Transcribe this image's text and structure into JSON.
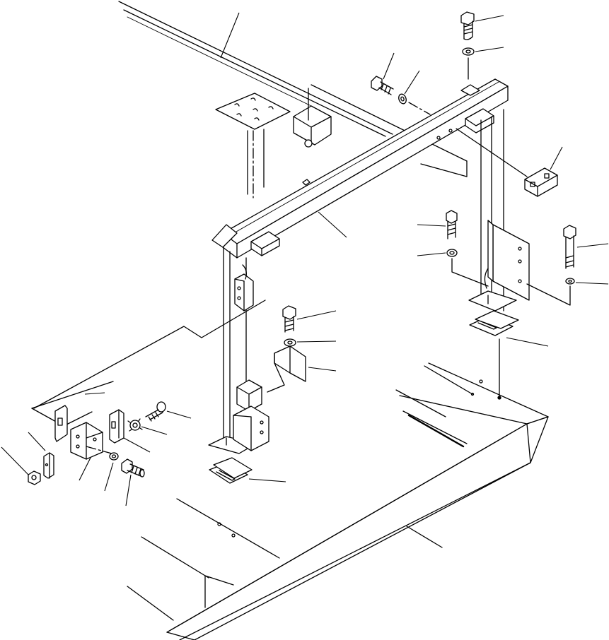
{
  "diagram": {
    "kind": "exploded parts drawing (no printed text)",
    "parts": [
      "frame-crossbar",
      "left-post",
      "right-post",
      "top-bolt",
      "top-washer",
      "front-bolt",
      "front-washer",
      "clamp-block",
      "right-bolt-1",
      "right-washer-1",
      "right-bolt-2",
      "right-washer-2",
      "right-shim",
      "center-bolt",
      "center-washer",
      "bent-bracket",
      "left-shim",
      "small-bolt",
      "lock-washer",
      "angle-bracket",
      "clip",
      "nut",
      "washer-small",
      "bolt-lower"
    ]
  }
}
